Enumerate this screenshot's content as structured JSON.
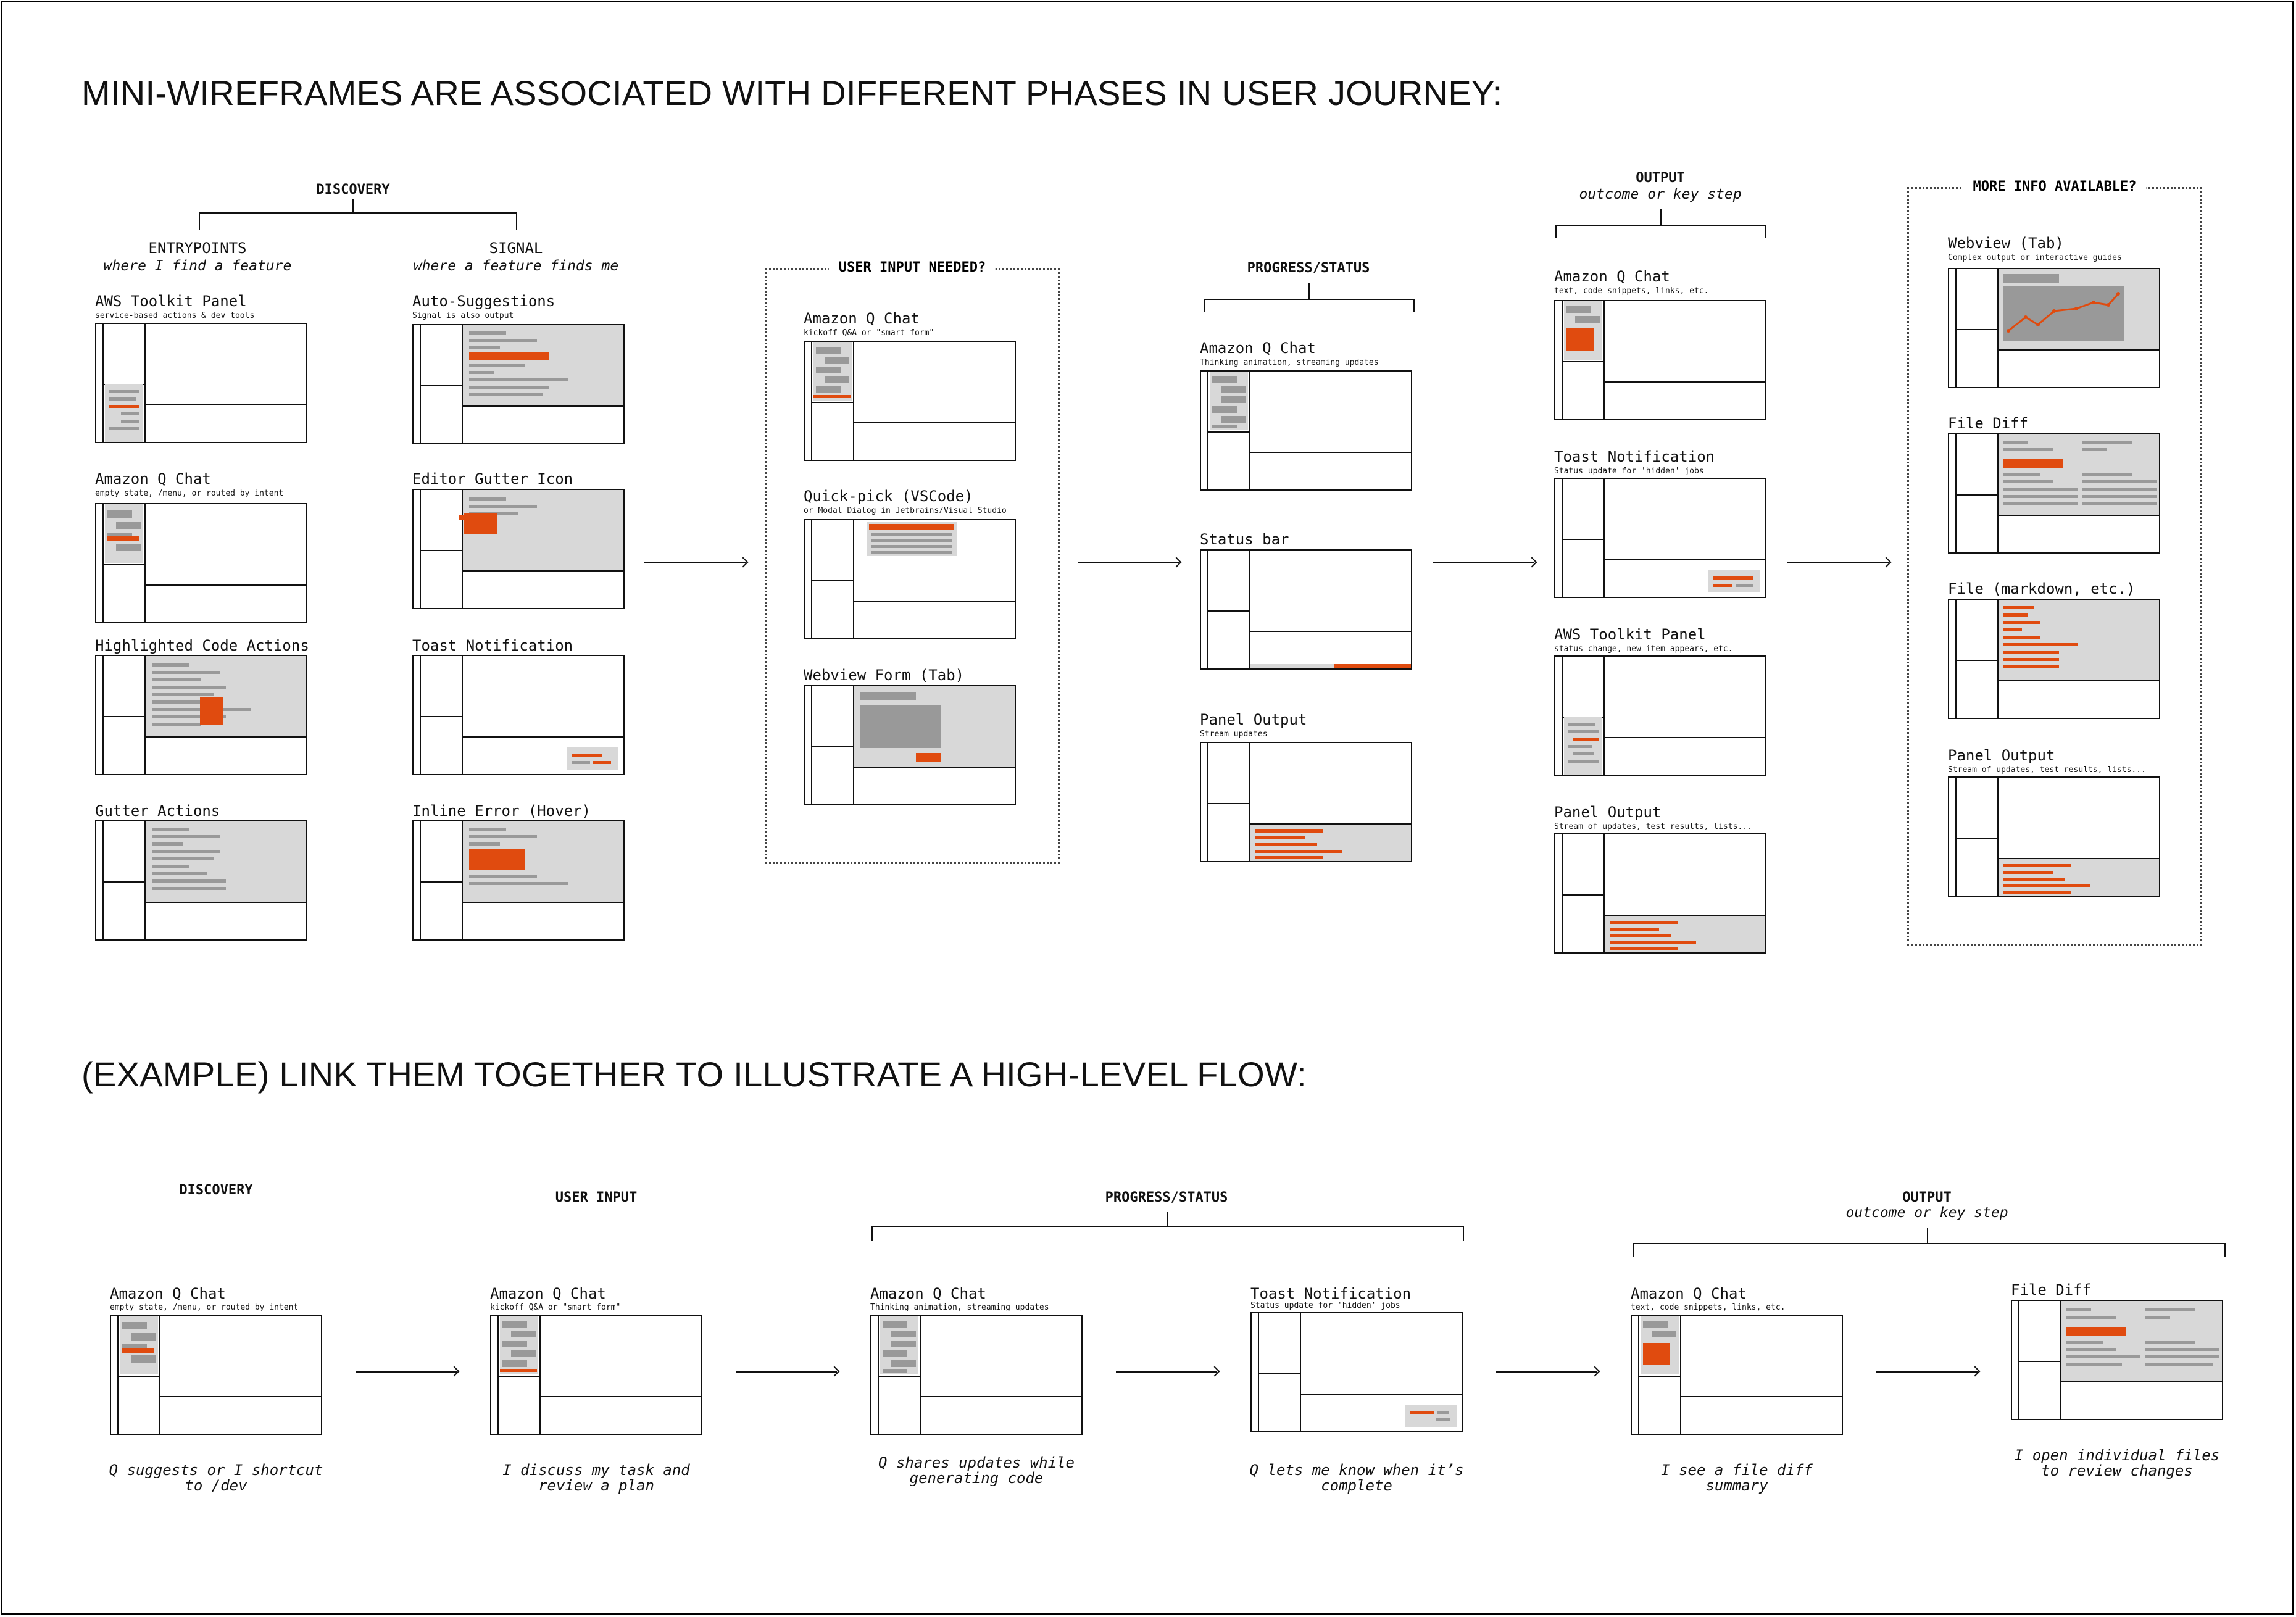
{
  "titles": {
    "main": "MINI-WIREFRAMES ARE ASSOCIATED WITH DIFFERENT PHASES IN USER JOURNEY:",
    "example": "(EXAMPLE) LINK THEM TOGETHER TO ILLUSTRATE A HIGH-LEVEL FLOW:"
  },
  "phases": {
    "discovery": "DISCOVERY",
    "entrypoints": "ENTRYPOINTS",
    "entrypoints_sub": "where I find a feature",
    "signal": "SIGNAL",
    "signal_sub": "where a feature finds me",
    "user_input": "USER INPUT NEEDED?",
    "progress": "PROGRESS/STATUS",
    "output": "OUTPUT",
    "output_sub": "outcome or key step",
    "more_info": "MORE INFO AVAILABLE?"
  },
  "entrypoints": [
    {
      "label": "AWS Toolkit Panel",
      "sub": "service-based actions & dev tools"
    },
    {
      "label": "Amazon Q Chat",
      "sub": "empty state, /menu, or routed by intent"
    },
    {
      "label": "Highlighted Code Actions",
      "sub": ""
    },
    {
      "label": "Gutter Actions",
      "sub": ""
    }
  ],
  "signals": [
    {
      "label": "Auto-Suggestions",
      "sub": "Signal is also output"
    },
    {
      "label": "Editor Gutter Icon",
      "sub": ""
    },
    {
      "label": "Toast Notification",
      "sub": ""
    },
    {
      "label": "Inline Error (Hover)",
      "sub": ""
    }
  ],
  "inputs": [
    {
      "label": "Amazon Q Chat",
      "sub": "kickoff Q&A or \"smart form\""
    },
    {
      "label": "Quick-pick (VSCode)",
      "sub": "or Modal Dialog in Jetbrains/Visual Studio"
    },
    {
      "label": "Webview Form (Tab)",
      "sub": ""
    }
  ],
  "progress_items": [
    {
      "label": "Amazon Q Chat",
      "sub": "Thinking animation, streaming updates"
    },
    {
      "label": "Status bar",
      "sub": ""
    },
    {
      "label": "Panel Output",
      "sub": "Stream updates"
    }
  ],
  "outputs": [
    {
      "label": "Amazon Q Chat",
      "sub": "text, code snippets, links, etc."
    },
    {
      "label": "Toast Notification",
      "sub": "Status update for 'hidden' jobs"
    },
    {
      "label": "AWS Toolkit Panel",
      "sub": "status change, new item appears, etc."
    },
    {
      "label": "Panel Output",
      "sub": "Stream of updates, test results, lists..."
    }
  ],
  "more_info_items": [
    {
      "label": "Webview (Tab)",
      "sub": "Complex output or interactive guides"
    },
    {
      "label": "File Diff",
      "sub": ""
    },
    {
      "label": "File (markdown, etc.)",
      "sub": ""
    },
    {
      "label": "Panel Output",
      "sub": "Stream of updates, test results, lists..."
    }
  ],
  "flow": {
    "headers": {
      "discovery": "DISCOVERY",
      "user_input": "USER INPUT",
      "progress": "PROGRESS/STATUS",
      "output": "OUTPUT",
      "output_sub": "outcome or key step"
    },
    "steps": [
      {
        "label": "Amazon Q Chat",
        "sub": "empty state, /menu, or routed by intent",
        "caption": "Q suggests or I shortcut to /dev"
      },
      {
        "label": "Amazon Q Chat",
        "sub": "kickoff Q&A or \"smart form\"",
        "caption": "I discuss my task and review a plan"
      },
      {
        "label": "Amazon Q Chat",
        "sub": "Thinking animation, streaming updates",
        "caption": "Q shares updates while generating code"
      },
      {
        "label": "Toast Notification",
        "sub": "Status update for 'hidden' jobs",
        "caption": "Q lets me know when it’s complete"
      },
      {
        "label": "Amazon Q Chat",
        "sub": "text, code snippets, links, etc.",
        "caption": "I see a file diff summary"
      },
      {
        "label": "File Diff",
        "sub": "",
        "caption": "I open individual files to review changes"
      }
    ]
  },
  "colors": {
    "accent": "#e04b0f",
    "gray": "#999999",
    "light_gray": "#d8d8d8",
    "ink": "#111111"
  }
}
